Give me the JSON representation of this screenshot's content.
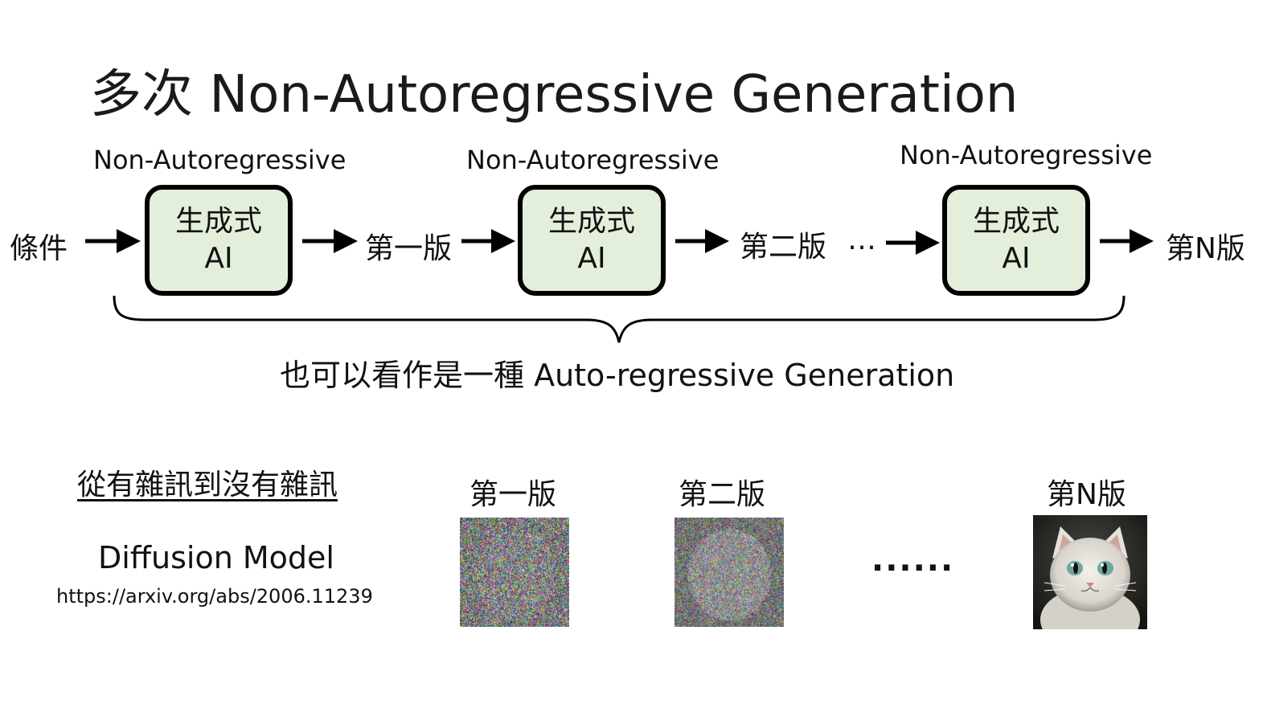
{
  "title": "多次 Non-Autoregressive Generation",
  "flow": {
    "condition": "條件",
    "stage_label": "Non-Autoregressive",
    "box_line1": "生成式",
    "box_line2": "AI",
    "version1": "第一版",
    "version2": "第二版",
    "ellipsis": "…",
    "versionN": "第N版"
  },
  "brace_caption": "也可以看作是一種 Auto-regressive Generation",
  "bottom": {
    "heading": "從有雜訊到沒有雜訊",
    "model_name": "Diffusion Model",
    "url": "https://arxiv.org/abs/2006.11239",
    "labels": [
      "第一版",
      "第二版",
      "第N版"
    ],
    "dots": "......"
  },
  "colors": {
    "box_fill": "#e3efda",
    "outline": "#000000"
  }
}
